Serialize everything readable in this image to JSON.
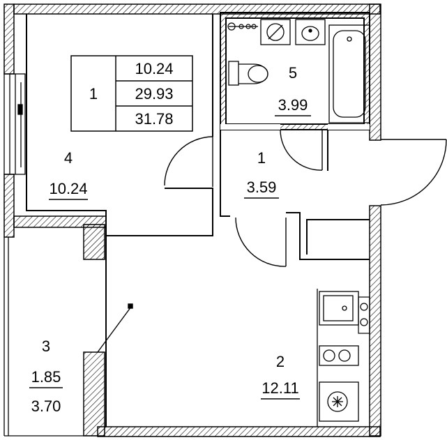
{
  "summary_table": {
    "rooms": "1",
    "living_area": "10.24",
    "total_area": "29.93",
    "total_area_with_balcony": "31.78"
  },
  "rooms": [
    {
      "number": "4",
      "area": "10.24"
    },
    {
      "number": "1",
      "area": "3.59"
    },
    {
      "number": "5",
      "area": "3.99"
    },
    {
      "number": "3",
      "area": "1.85",
      "area_full": "3.70"
    },
    {
      "number": "2",
      "area": "12.11"
    }
  ],
  "colors": {
    "line": "#000000",
    "hatch": "#000000",
    "background": "#ffffff"
  },
  "icons": [
    "toilet-icon",
    "bathtub-icon",
    "washbasin-icon",
    "meter-panel-icon",
    "sink-icon",
    "stove-icon",
    "fridge-icon",
    "window-icon",
    "door-swing-icon"
  ]
}
